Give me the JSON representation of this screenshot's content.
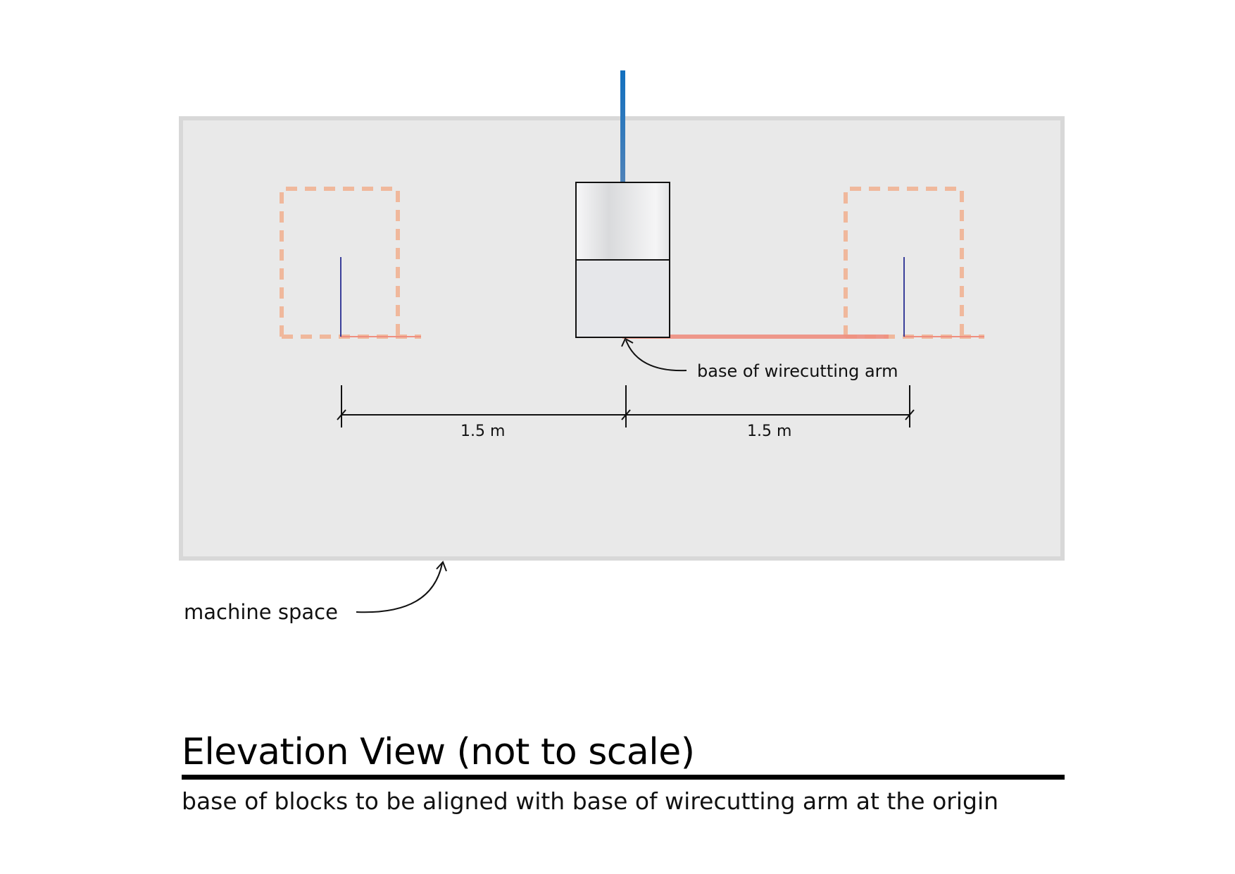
{
  "annotations": {
    "arm_base": "base of wirecutting arm",
    "machine_space": "machine space"
  },
  "dimensions": {
    "left": "1.5 m",
    "right": "1.5 m"
  },
  "footer": {
    "title": "Elevation View (not to scale)",
    "caption": "base of blocks to be aligned with base of wirecutting arm at the origin"
  },
  "colors": {
    "machine_space_fill": "#e9e9e9",
    "machine_space_border": "#d8d8d8",
    "block_outline": "#f0b89c",
    "datum_line": "#ef8f80",
    "block_axis": "#3a3f9a",
    "wire": "#1f6fba",
    "arm_body": "#e6e7ea"
  }
}
